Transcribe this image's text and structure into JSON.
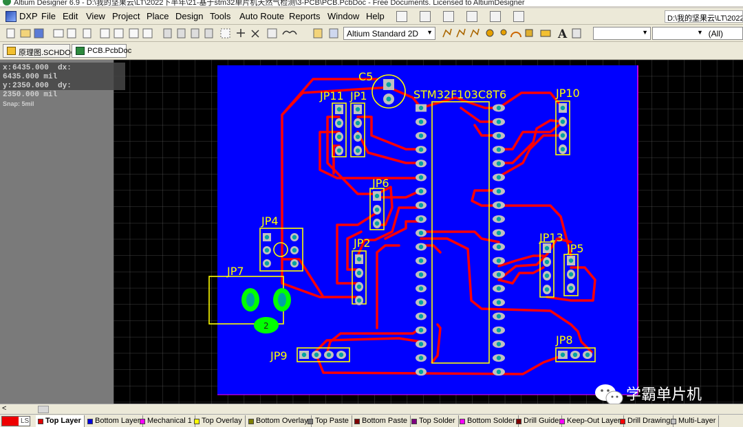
{
  "window": {
    "title": "Altium Designer 6.9 - D:\\我的坚果云\\LT\\2022下半年\\21-基于stm32单片机天然气检测\\3-PCB\\PCB.PcbDoc - Free Documents. Licensed to AltiumDesigner"
  },
  "menu": {
    "items": [
      "DXP",
      "File",
      "Edit",
      "View",
      "Project",
      "Place",
      "Design",
      "Tools",
      "Auto Route",
      "Reports",
      "Window",
      "Help"
    ],
    "path_box": "D:\\我的坚果云\\LT\\2022"
  },
  "toolbar": {
    "view_combo": "Altium Standard 2D",
    "filter_combo_1": "",
    "filter_combo_2": "(All)"
  },
  "doc_tabs": [
    {
      "label": "原理图.SCHDOC",
      "active": false,
      "icon": "schematic-doc-icon"
    },
    {
      "label": "PCB.PcbDoc",
      "active": true,
      "icon": "pcb-doc-icon"
    }
  ],
  "hud": {
    "x_label": "x:",
    "x_value": "6435.000",
    "dx_label": "dx:",
    "dx_value": "6435.000 mil",
    "y_label": "y:",
    "y_value": "2350.000",
    "dy_label": "dy:",
    "dy_value": "2350.000 mil",
    "snap": "Snap: 5mil"
  },
  "pcb": {
    "board_color": "#0000ff",
    "track_color": "#ff0000",
    "overlay_color": "#ffff00",
    "grid_color": "#4a4a4a",
    "designators": {
      "c5": "C5",
      "u1": "STM32F103C8T6",
      "jp11": "JP11",
      "jp1": "JP1",
      "jp10": "JP10",
      "jp6": "JP6",
      "jp4": "JP4",
      "jp2": "JP2",
      "jp13": "JP13",
      "jp5": "JP5",
      "jp7": "JP7",
      "jp8": "JP8",
      "jp9": "JP9",
      "jp7_pad": "2"
    },
    "watermark": "学霸单片机"
  },
  "layers": [
    {
      "label": "Top Layer",
      "color": "#e00000",
      "active": true
    },
    {
      "label": "Bottom Layer",
      "color": "#0000e0",
      "active": false
    },
    {
      "label": "Mechanical 1",
      "color": "#ff00ff",
      "active": false
    },
    {
      "label": "Top Overlay",
      "color": "#ffff00",
      "active": false
    },
    {
      "label": "Bottom Overlay",
      "color": "#808000",
      "active": false
    },
    {
      "label": "Top Paste",
      "color": "#808080",
      "active": false
    },
    {
      "label": "Bottom Paste",
      "color": "#800000",
      "active": false
    },
    {
      "label": "Top Solder",
      "color": "#800080",
      "active": false
    },
    {
      "label": "Bottom Solder",
      "color": "#ff00ff",
      "active": false
    },
    {
      "label": "Drill Guide",
      "color": "#800000",
      "active": false
    },
    {
      "label": "Keep-Out Layer",
      "color": "#ff00ff",
      "active": false
    },
    {
      "label": "Drill Drawing",
      "color": "#ff0000",
      "active": false
    },
    {
      "label": "Multi-Layer",
      "color": "#c0c0c0",
      "active": false
    }
  ],
  "ls_label": "LS",
  "hscroll_left": "<"
}
